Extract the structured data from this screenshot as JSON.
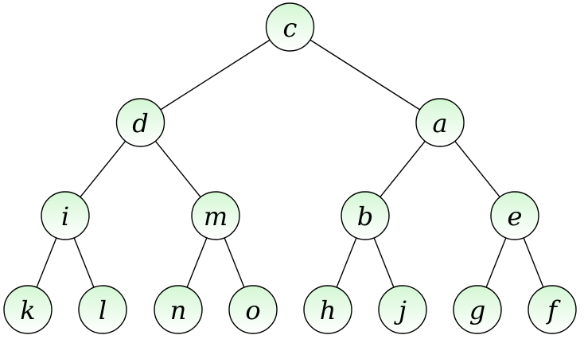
{
  "diagram": {
    "type": "binary-tree",
    "node_fill_top": "#d4f7d4",
    "node_fill_bottom": "#ffffff",
    "stroke": "#000000",
    "root": "c",
    "nodes": [
      {
        "id": "c",
        "label": "c",
        "level": 0,
        "slot": 0
      },
      {
        "id": "d",
        "label": "d",
        "level": 1,
        "slot": 0
      },
      {
        "id": "a",
        "label": "a",
        "level": 1,
        "slot": 1
      },
      {
        "id": "i",
        "label": "i",
        "level": 2,
        "slot": 0
      },
      {
        "id": "m",
        "label": "m",
        "level": 2,
        "slot": 1
      },
      {
        "id": "b",
        "label": "b",
        "level": 2,
        "slot": 2
      },
      {
        "id": "e",
        "label": "e",
        "level": 2,
        "slot": 3
      },
      {
        "id": "k",
        "label": "k",
        "level": 3,
        "slot": 0
      },
      {
        "id": "l",
        "label": "l",
        "level": 3,
        "slot": 1
      },
      {
        "id": "n",
        "label": "n",
        "level": 3,
        "slot": 2
      },
      {
        "id": "o",
        "label": "o",
        "level": 3,
        "slot": 3
      },
      {
        "id": "h",
        "label": "h",
        "level": 3,
        "slot": 4
      },
      {
        "id": "j",
        "label": "j",
        "level": 3,
        "slot": 5
      },
      {
        "id": "g",
        "label": "g",
        "level": 3,
        "slot": 6
      },
      {
        "id": "f",
        "label": "f",
        "level": 3,
        "slot": 7
      }
    ],
    "edges": [
      [
        "c",
        "d"
      ],
      [
        "c",
        "a"
      ],
      [
        "d",
        "i"
      ],
      [
        "d",
        "m"
      ],
      [
        "a",
        "b"
      ],
      [
        "a",
        "e"
      ],
      [
        "i",
        "k"
      ],
      [
        "i",
        "l"
      ],
      [
        "m",
        "n"
      ],
      [
        "m",
        "o"
      ],
      [
        "b",
        "h"
      ],
      [
        "b",
        "j"
      ],
      [
        "e",
        "g"
      ],
      [
        "e",
        "f"
      ]
    ]
  }
}
